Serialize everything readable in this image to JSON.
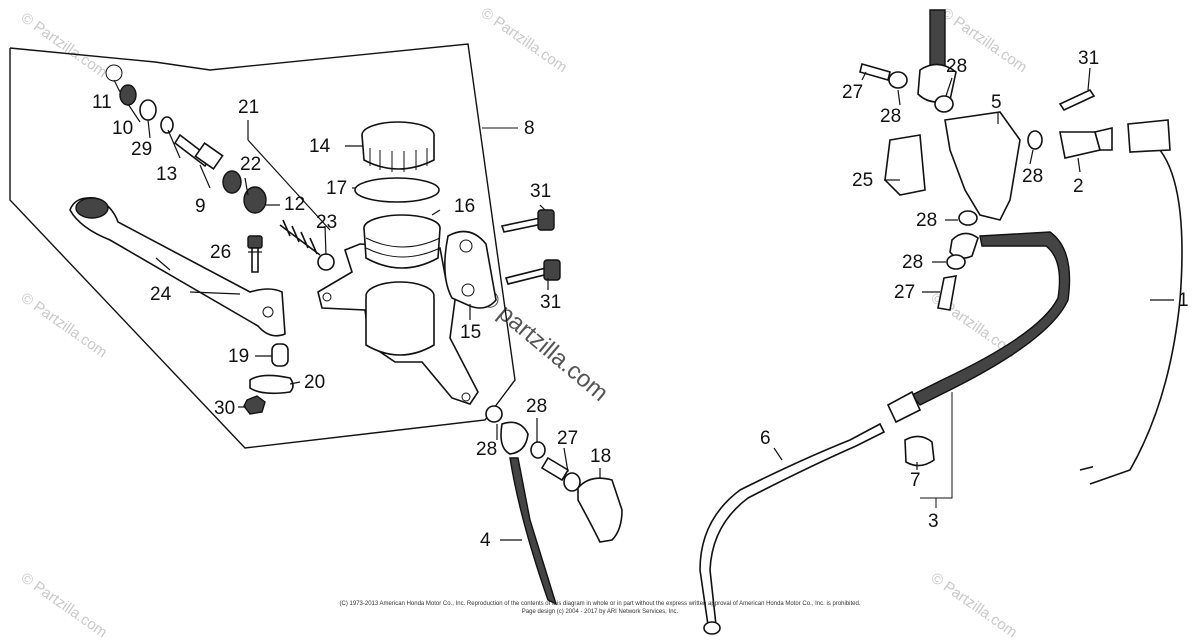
{
  "watermark": {
    "text": "© Partzilla.com",
    "center_text": "© partzilla.com"
  },
  "callouts": {
    "c1": "1",
    "c2": "2",
    "c3": "3",
    "c4": "4",
    "c5": "5",
    "c6": "6",
    "c7": "7",
    "c8": "8",
    "c9": "9",
    "c10": "10",
    "c11": "11",
    "c12": "12",
    "c13": "13",
    "c14": "14",
    "c15": "15",
    "c16": "16",
    "c17": "17",
    "c18": "18",
    "c19": "19",
    "c20": "20",
    "c21": "21",
    "c22": "22",
    "c23": "23",
    "c24": "24",
    "c25": "25",
    "c26": "26",
    "c27a": "27",
    "c27b": "27",
    "c27c": "27",
    "c28a": "28",
    "c28b": "28",
    "c28c": "28",
    "c28d": "28",
    "c28e": "28",
    "c28f": "28",
    "c28g": "28",
    "c29": "29",
    "c30": "30",
    "c31a": "31",
    "c31b": "31",
    "c31c": "31"
  },
  "footer": {
    "line1": "(C) 1973-2013 American Honda Motor Co., Inc. Reproduction of the contents of this diagram in whole or in part without the express written approval of American Honda Motor Co., Inc. is prohibited.",
    "line2": "Page design (c) 2004 - 2017 by ARI Network Services, Inc."
  }
}
